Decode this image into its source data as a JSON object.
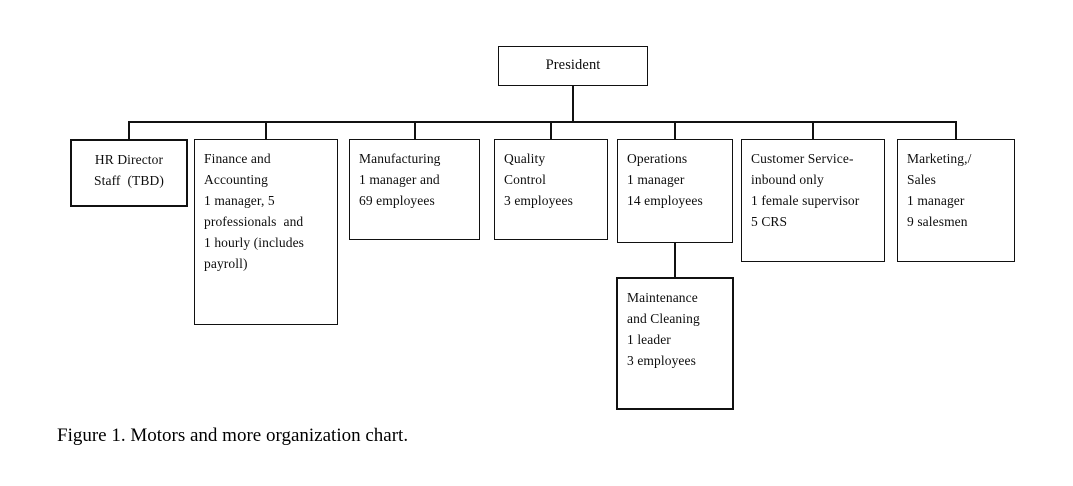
{
  "figure": {
    "caption": "Figure 1. Motors and more organization chart.",
    "chart_type": "organization-chart"
  },
  "chart_data": {
    "type": "diagram",
    "title": "Motors and more organization chart",
    "root": "President",
    "nodes": [
      {
        "id": "president",
        "lines": [
          "President"
        ],
        "level": 0,
        "parent": null
      },
      {
        "id": "hr-director",
        "lines": [
          "HR Director",
          "Staff  (TBD)"
        ],
        "level": 1,
        "parent": "president"
      },
      {
        "id": "finance-accounting",
        "lines": [
          "Finance and",
          "Accounting",
          "1 manager, 5",
          "professionals  and",
          "1 hourly (includes",
          "payroll)"
        ],
        "level": 1,
        "parent": "president"
      },
      {
        "id": "manufacturing",
        "lines": [
          "Manufacturing",
          "1 manager and",
          "69 employees"
        ],
        "level": 1,
        "parent": "president"
      },
      {
        "id": "quality-control",
        "lines": [
          "Quality",
          "Control",
          "3 employees"
        ],
        "level": 1,
        "parent": "president"
      },
      {
        "id": "operations",
        "lines": [
          "Operations",
          "1 manager",
          "14 employees"
        ],
        "level": 1,
        "parent": "president"
      },
      {
        "id": "customer-service",
        "lines": [
          "Customer Service-",
          "inbound only",
          "1 female supervisor",
          "5 CRS"
        ],
        "level": 1,
        "parent": "president"
      },
      {
        "id": "marketing-sales",
        "lines": [
          "Marketing,/",
          "Sales",
          "1 manager",
          "9 salesmen"
        ],
        "level": 1,
        "parent": "president"
      },
      {
        "id": "maintenance-cleaning",
        "lines": [
          "Maintenance",
          "and Cleaning",
          "1 leader",
          "3 employees"
        ],
        "level": 2,
        "parent": "operations"
      }
    ],
    "edges": [
      {
        "from": "president",
        "to": "hr-director"
      },
      {
        "from": "president",
        "to": "finance-accounting"
      },
      {
        "from": "president",
        "to": "manufacturing"
      },
      {
        "from": "president",
        "to": "quality-control"
      },
      {
        "from": "president",
        "to": "operations"
      },
      {
        "from": "president",
        "to": "customer-service"
      },
      {
        "from": "president",
        "to": "marketing-sales"
      },
      {
        "from": "operations",
        "to": "maintenance-cleaning"
      }
    ]
  },
  "boxes": {
    "president": {
      "l0": "President"
    },
    "hr_director": {
      "l0": "HR Director",
      "l1": "Staff  (TBD)"
    },
    "finance": {
      "l0": "Finance and",
      "l1": "Accounting",
      "l2": "1 manager, 5",
      "l3": "professionals  and",
      "l4": "1 hourly (includes",
      "l5": "payroll)"
    },
    "manufacturing": {
      "l0": "Manufacturing",
      "l1": "1 manager and",
      "l2": "69 employees"
    },
    "quality": {
      "l0": "Quality",
      "l1": "Control",
      "l2": "3 employees"
    },
    "operations": {
      "l0": "Operations",
      "l1": "1 manager",
      "l2": "14 employees"
    },
    "customer_service": {
      "l0": "Customer Service-",
      "l1": "inbound only",
      "l2": "1 female supervisor",
      "l3": "5 CRS"
    },
    "marketing": {
      "l0": "Marketing,/",
      "l1": "Sales",
      "l2": "1 manager",
      "l3": "9 salesmen"
    },
    "maintenance": {
      "l0": "Maintenance",
      "l1": "and Cleaning",
      "l2": "1 leader",
      "l3": "3 employees"
    }
  },
  "colors": {
    "line": "#111111",
    "text": "#0d0d0d",
    "background": "#ffffff"
  }
}
